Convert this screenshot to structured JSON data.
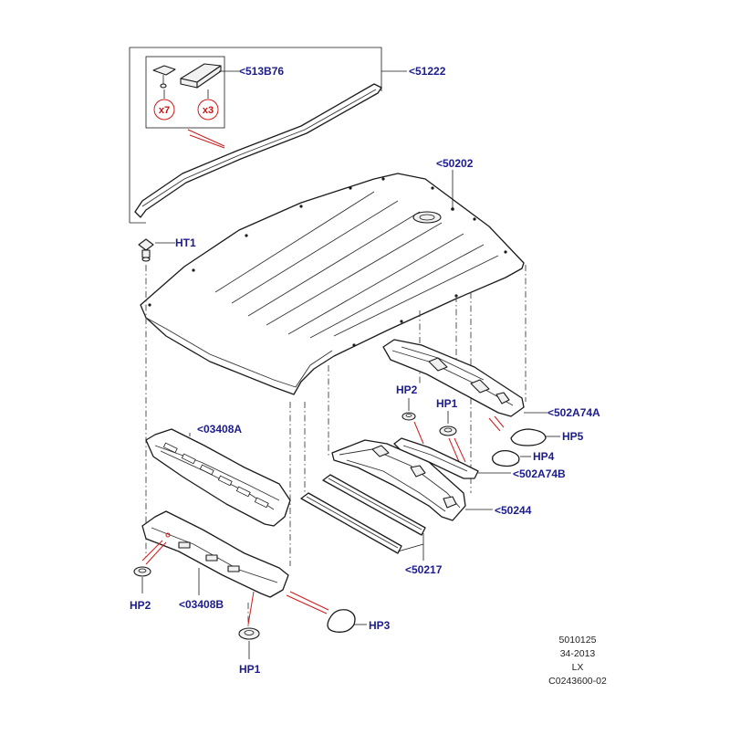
{
  "diagram": {
    "callouts": {
      "kit_clip": "<513B76",
      "roof_rail": "<51222",
      "roof_panel": "<50202",
      "ht1": "HT1",
      "rear_header": "<502A74A",
      "hp5": "HP5",
      "hp4": "HP4",
      "rear_header_inner": "<502A74B",
      "center_bow_label": "<50244",
      "front_header": "<03408A",
      "front_header_inner": "<03408B",
      "bows": "<50217",
      "hp1_top": "HP1",
      "hp2_top": "HP2",
      "hp2_left": "HP2",
      "hp1_bottom": "HP1",
      "hp3": "HP3"
    },
    "quantities": {
      "clips": "x7",
      "pads": "x3"
    },
    "meta": {
      "line1": "5010125",
      "line2": "34-2013",
      "line3": "LX",
      "line4": "C0243600-02"
    }
  }
}
